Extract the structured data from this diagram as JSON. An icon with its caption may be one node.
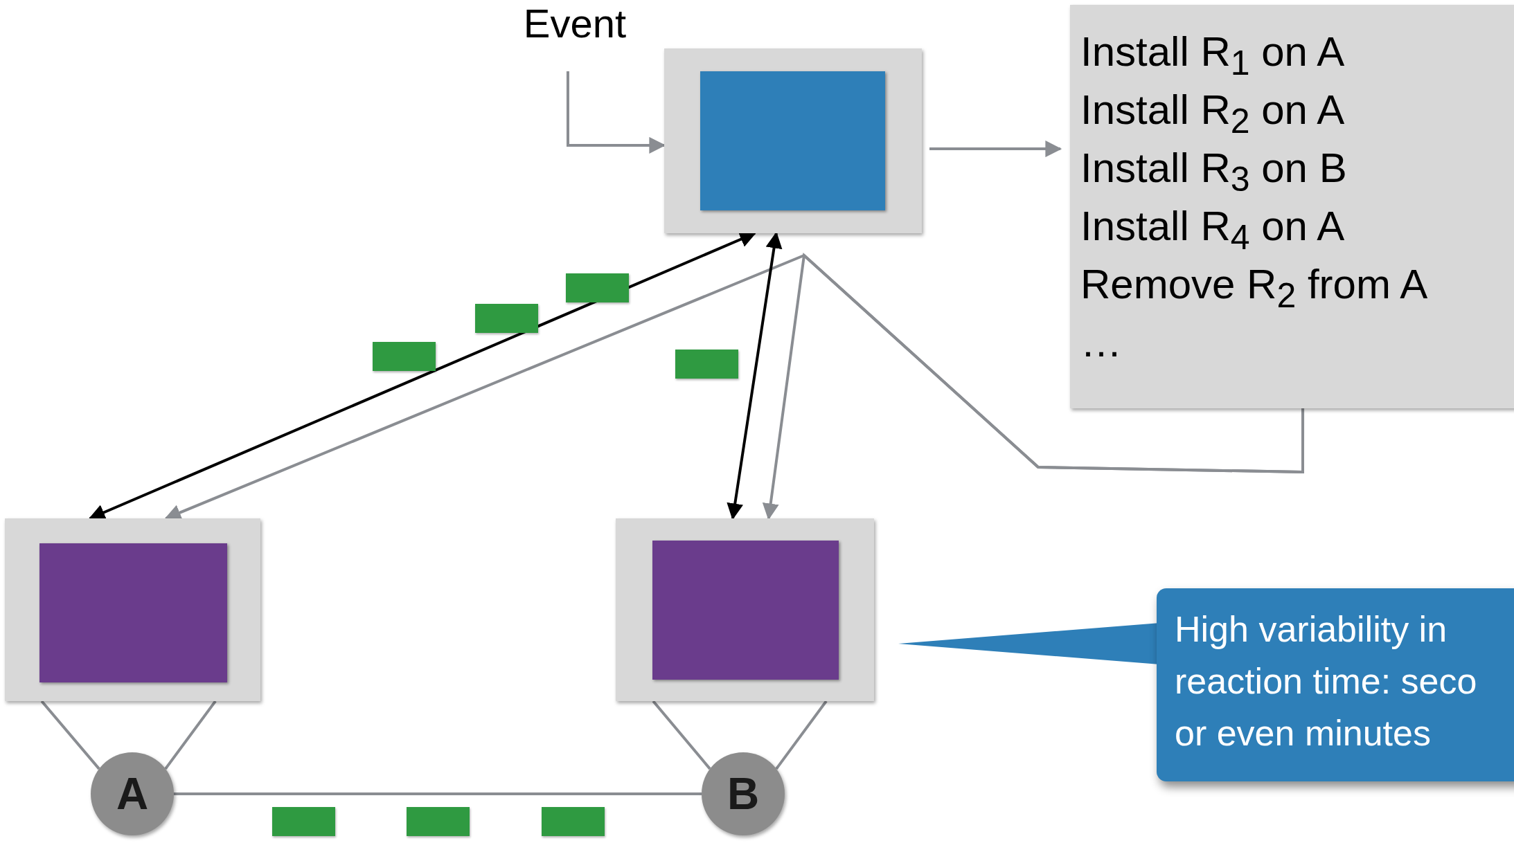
{
  "diagram": {
    "nodes": [
      {
        "text": [
          "Event"
        ]
      },
      {
        "text": [],
        "shape": "box"
      },
      {
        "text": [
          "Install R$_{1}$ on A",
          "Install R$_{2}$ on A",
          "Install R$_{3}$ on B",
          "Install R$_{4}$ on A",
          "Remove R$_{2}$ from A",
          "…"
        ]
      },
      {
        "text": [],
        "shape": "box"
      },
      {
        "text": [],
        "shape": "box"
      },
      {
        "text": [
          "A"
        ]
      },
      {
        "text": [
          "B"
        ]
      },
      {
        "text": [
          "High variability in reaction time: seco or even minutes"
        ]
      }
    ],
    "edges": [
      {
        "from": 0,
        "to": 1,
        "arrow": "to"
      },
      {
        "from": 1,
        "to": 2,
        "arrow": "to"
      },
      {
        "from": 1,
        "to": 3,
        "arrow": "both",
        "color": "#000000"
      },
      {
        "from": 2,
        "to": 3,
        "arrow": "to"
      },
      {
        "from": 1,
        "to": 4,
        "arrow": "both",
        "color": "#000000"
      },
      {
        "from": 2,
        "to": 4,
        "arrow": "to"
      },
      {
        "from": 3,
        "to": 5,
        "arrow": "none"
      },
      {
        "from": 3,
        "to": 5,
        "arrow": "none"
      },
      {
        "from": 4,
        "to": 6,
        "arrow": "none"
      },
      {
        "from": 4,
        "to": 6,
        "arrow": "none"
      },
      {
        "from": 5,
        "to": 6,
        "arrow": "none"
      }
    ]
  }
}
